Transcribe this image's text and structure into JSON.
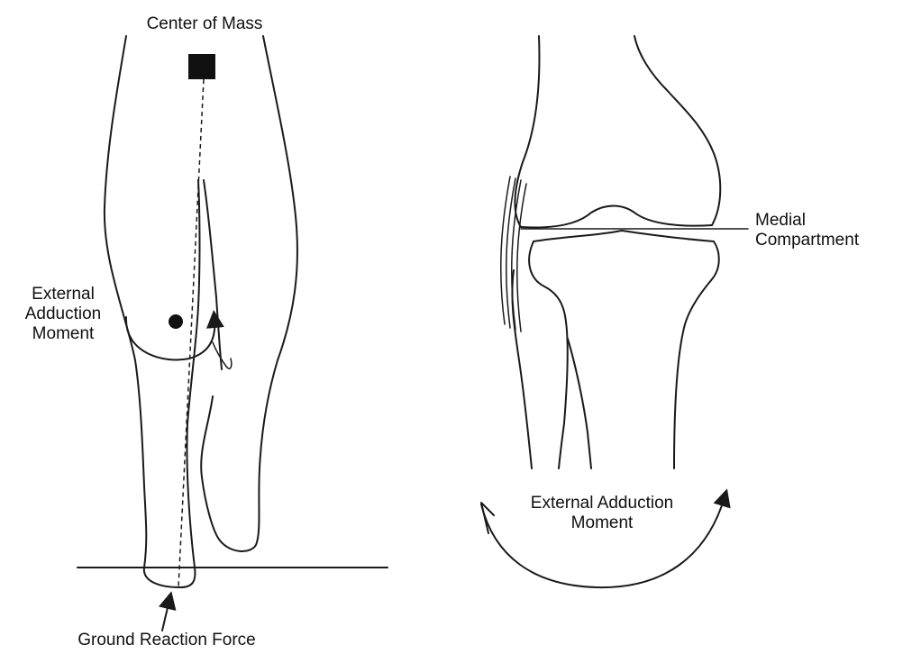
{
  "left_figure": {
    "center_of_mass_label": "Center of Mass",
    "moment_label_lines": [
      "External",
      "Adduction",
      "Moment"
    ],
    "ground_reaction_label": "Ground Reaction Force"
  },
  "right_figure": {
    "compartment_label_lines": [
      "Medial",
      "Compartment"
    ],
    "moment_label_lines": [
      "External Adduction",
      "Moment"
    ]
  }
}
